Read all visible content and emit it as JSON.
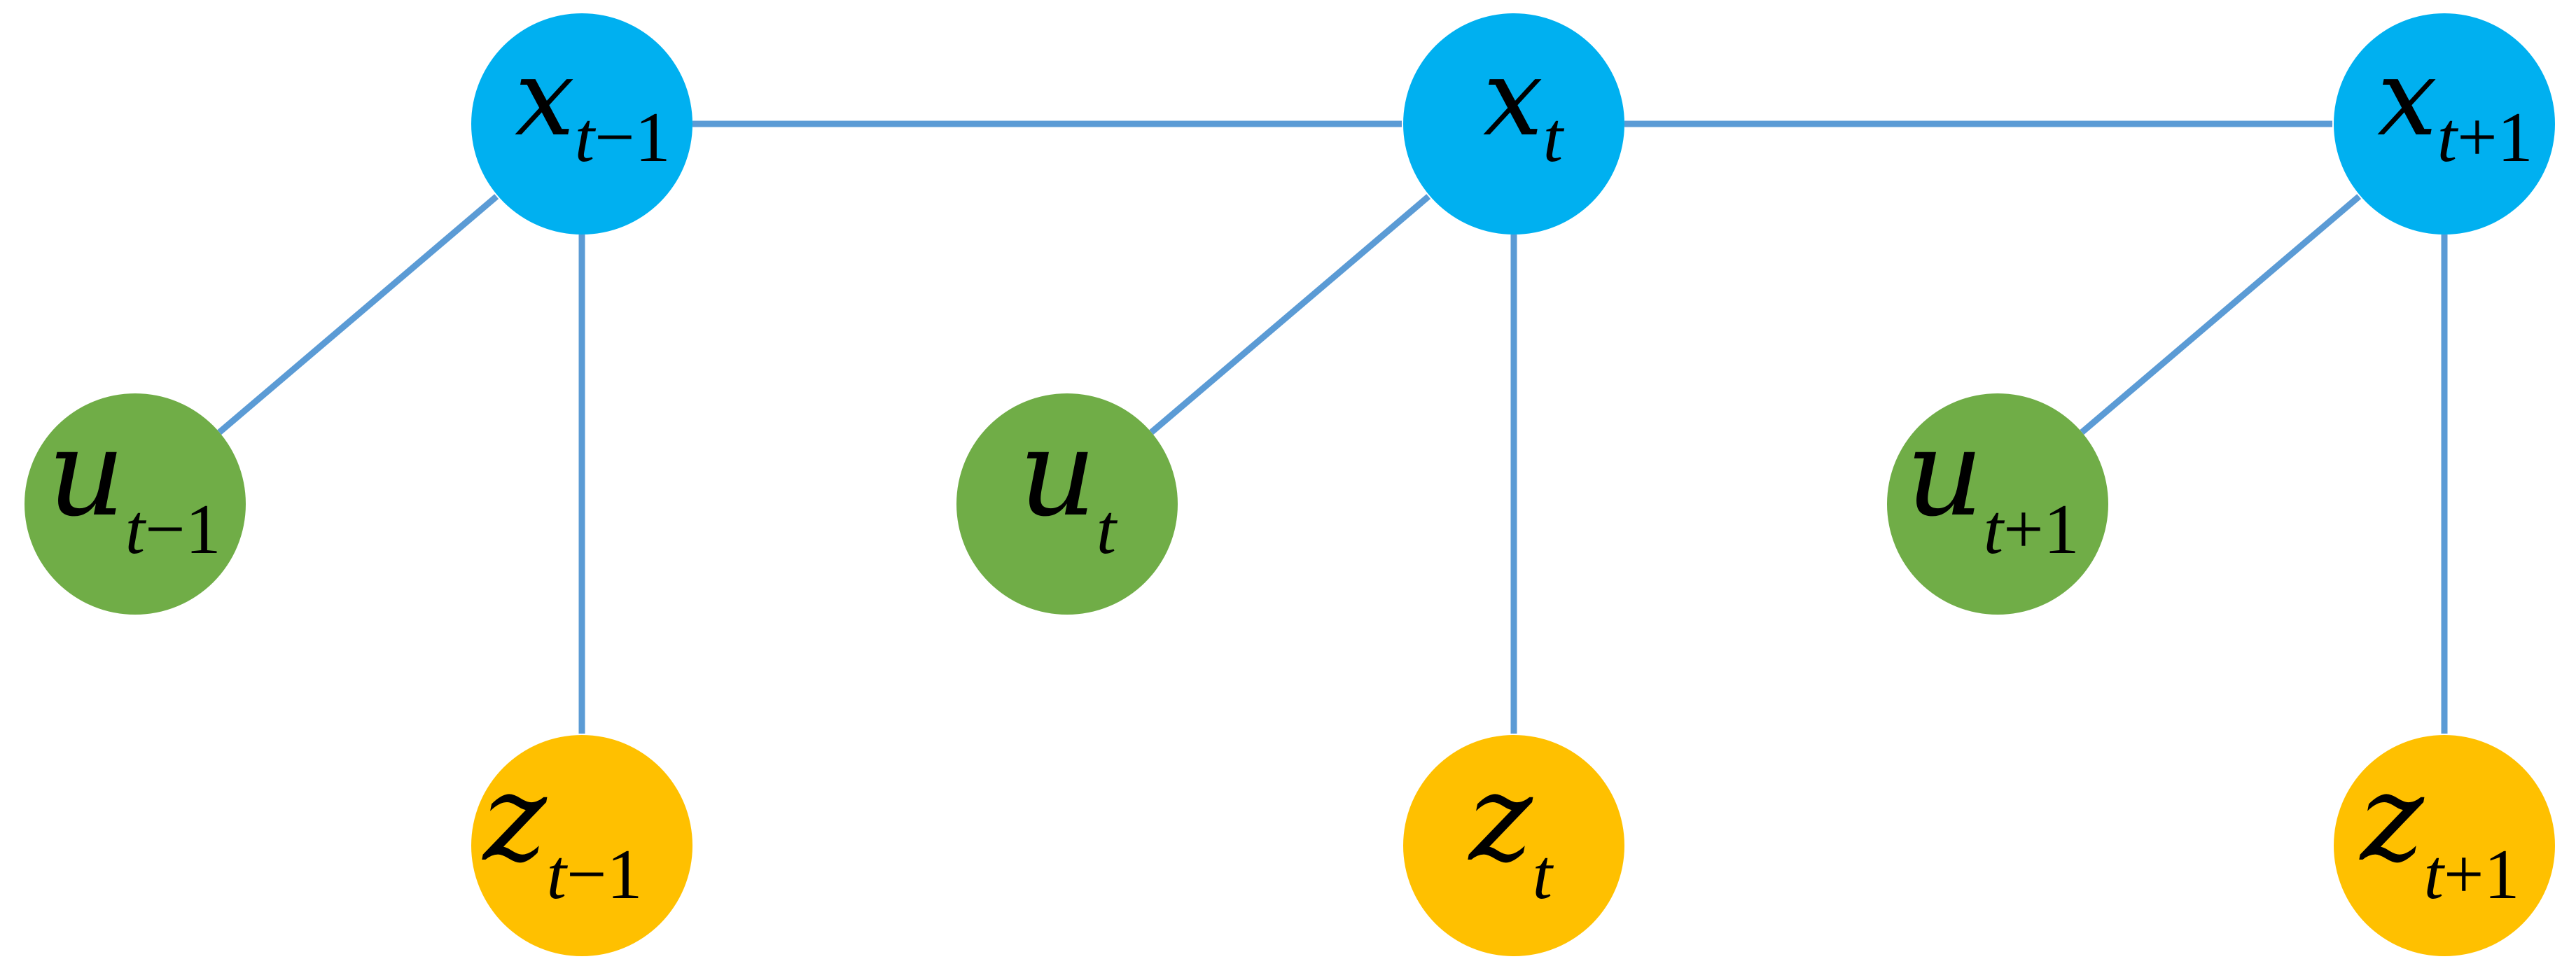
{
  "colors": {
    "state": "#00b0f0",
    "input": "#70ad47",
    "observation": "#ffc000",
    "edge": "#5b9bd5",
    "text": "#000000"
  },
  "nodes": {
    "x_prev": {
      "var": "x",
      "sub_t": "t",
      "sub_rest": "−1",
      "kind": "state"
    },
    "x_curr": {
      "var": "x",
      "sub_t": "t",
      "sub_rest": "",
      "kind": "state"
    },
    "x_next": {
      "var": "x",
      "sub_t": "t",
      "sub_rest": "+1",
      "kind": "state"
    },
    "u_prev": {
      "var": "u",
      "sub_t": "t",
      "sub_rest": "−1",
      "kind": "input"
    },
    "u_curr": {
      "var": "u",
      "sub_t": "t",
      "sub_rest": "",
      "kind": "input"
    },
    "u_next": {
      "var": "u",
      "sub_t": "t",
      "sub_rest": "+1",
      "kind": "input"
    },
    "z_prev": {
      "var": "z",
      "sub_t": "t",
      "sub_rest": "−1",
      "kind": "observation"
    },
    "z_curr": {
      "var": "z",
      "sub_t": "t",
      "sub_rest": "",
      "kind": "observation"
    },
    "z_next": {
      "var": "z",
      "sub_t": "t",
      "sub_rest": "+1",
      "kind": "observation"
    }
  },
  "edges": [
    {
      "from": "x_prev",
      "to": "x_curr"
    },
    {
      "from": "x_curr",
      "to": "x_next"
    },
    {
      "from": "u_prev",
      "to": "x_prev"
    },
    {
      "from": "u_curr",
      "to": "x_curr"
    },
    {
      "from": "u_next",
      "to": "x_next"
    },
    {
      "from": "x_prev",
      "to": "z_prev"
    },
    {
      "from": "x_curr",
      "to": "z_curr"
    },
    {
      "from": "x_next",
      "to": "z_next"
    }
  ]
}
